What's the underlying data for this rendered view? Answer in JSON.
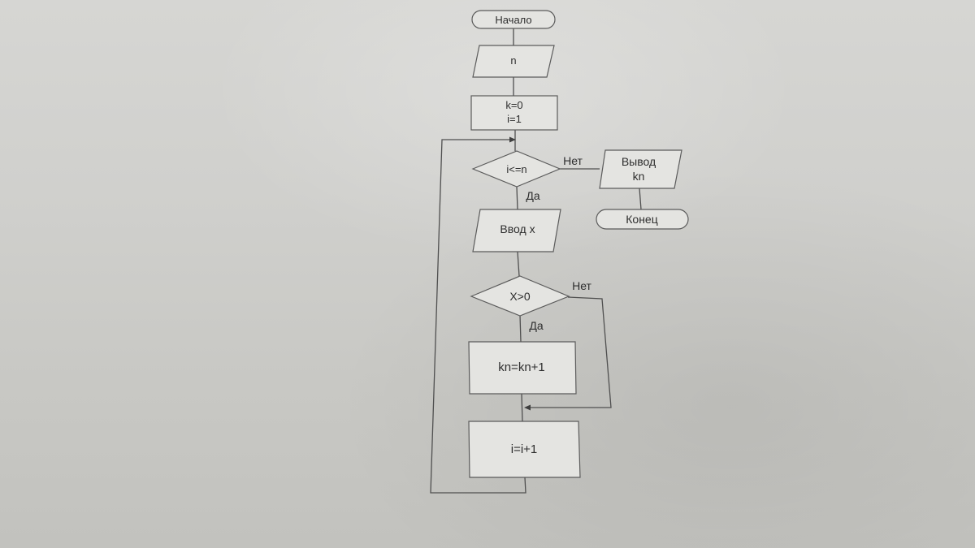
{
  "flowchart": {
    "start": "Начало",
    "input_n": "n",
    "init_k": "k=0",
    "init_i": "i=1",
    "loop_condition": "i<=n",
    "loop_no": "Нет",
    "loop_yes": "Да",
    "output_line1": "Вывод",
    "output_line2": "kn",
    "end": "Конец",
    "input_x": "Ввод x",
    "x_condition": "X>0",
    "x_no": "Нет",
    "x_yes": "Да",
    "increment_kn": "kn=kn+1",
    "increment_i": "i=i+1"
  }
}
